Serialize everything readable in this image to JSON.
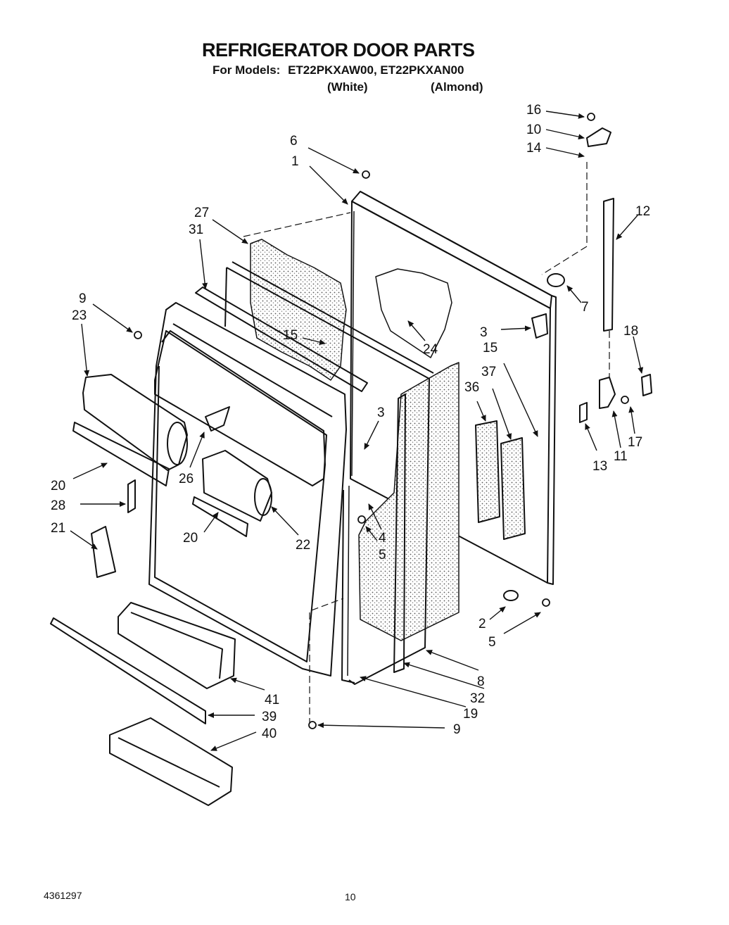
{
  "header": {
    "title": "REFRIGERATOR DOOR PARTS",
    "models_label": "For Models:",
    "models": "ET22PKXAW00, ET22PKXAN00",
    "variant_white": "(White)",
    "variant_almond": "(Almond)"
  },
  "callouts": [
    "16",
    "10",
    "14",
    "6",
    "1",
    "12",
    "27",
    "31",
    "7",
    "9",
    "23",
    "3",
    "18",
    "15",
    "24",
    "15",
    "37",
    "36",
    "3",
    "20",
    "28",
    "26",
    "13",
    "11",
    "17",
    "4",
    "5",
    "21",
    "22",
    "20",
    "2",
    "5",
    "8",
    "41",
    "32",
    "19",
    "39",
    "40",
    "9"
  ],
  "footer": {
    "doc_number": "4361297",
    "page_number": "10"
  }
}
